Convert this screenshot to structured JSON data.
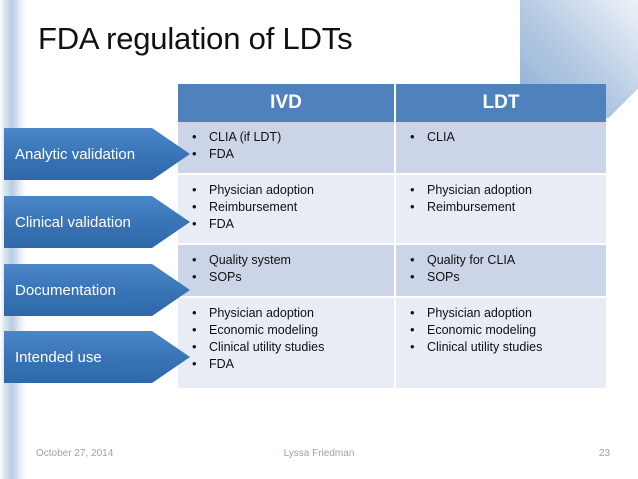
{
  "slide": {
    "title": "FDA regulation of LDTs"
  },
  "table": {
    "headers": [
      "IVD",
      "LDT"
    ],
    "rows": [
      {
        "label": "Analytic validation",
        "ivd": [
          "CLIA (if LDT)",
          "FDA"
        ],
        "ldt": [
          "CLIA"
        ]
      },
      {
        "label": "Clinical validation",
        "ivd": [
          "Physician adoption",
          "Reimbursement",
          "FDA"
        ],
        "ldt": [
          "Physician adoption",
          "Reimbursement"
        ]
      },
      {
        "label": "Documentation",
        "ivd": [
          "Quality system",
          "SOPs"
        ],
        "ldt": [
          "Quality for CLIA",
          "SOPs"
        ]
      },
      {
        "label": "Intended use",
        "ivd": [
          "Physician adoption",
          "Economic modeling",
          "Clinical utility studies",
          "FDA"
        ],
        "ldt": [
          "Physician adoption",
          "Economic modeling",
          "Clinical utility studies"
        ]
      }
    ]
  },
  "footer": {
    "date": "October 27, 2014",
    "author": "Lyssa Friedman",
    "page": "23"
  },
  "colors": {
    "header_blue": "#4F81BD",
    "chevron_blue": "#3A76B8",
    "row_dark": "#CCD5E8",
    "row_light": "#E7ECF5",
    "title_text": "#111111",
    "footer_text": "#9AA3AD"
  }
}
